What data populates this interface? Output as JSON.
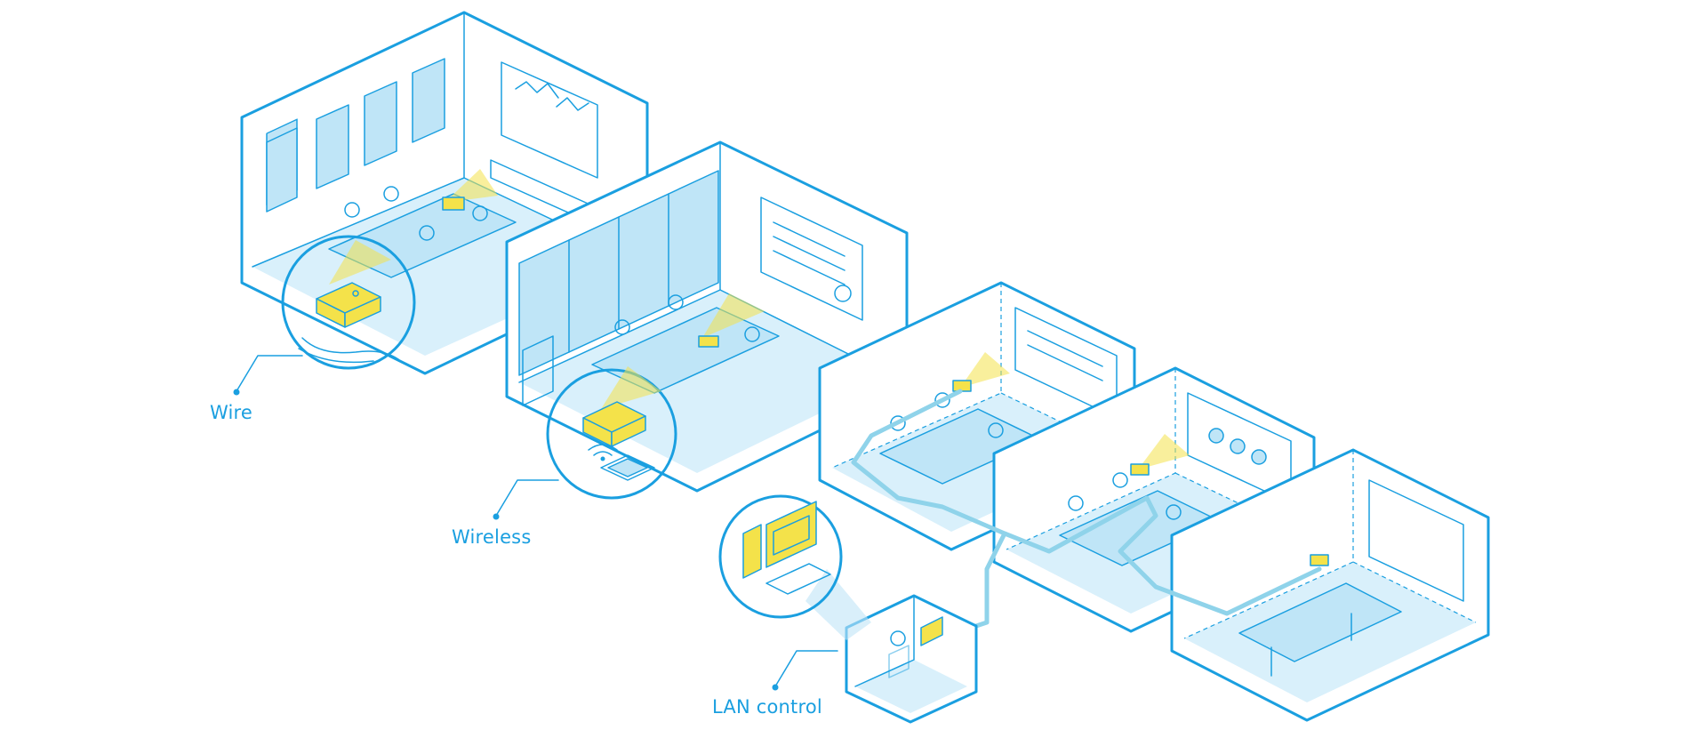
{
  "labels": {
    "wire": "Wire",
    "wireless": "Wireless",
    "lan_control": "LAN control"
  },
  "colors": {
    "line": "#1a9fe0",
    "wall": "#ffffff",
    "floor": "#d9f0fb",
    "glass": "#bfe5f7",
    "highlight": "#f4e24a",
    "label": "#1a9fe0"
  },
  "icons": [
    "projector-icon",
    "wifi-icon",
    "desktop-computer-icon",
    "tablet-icon"
  ]
}
